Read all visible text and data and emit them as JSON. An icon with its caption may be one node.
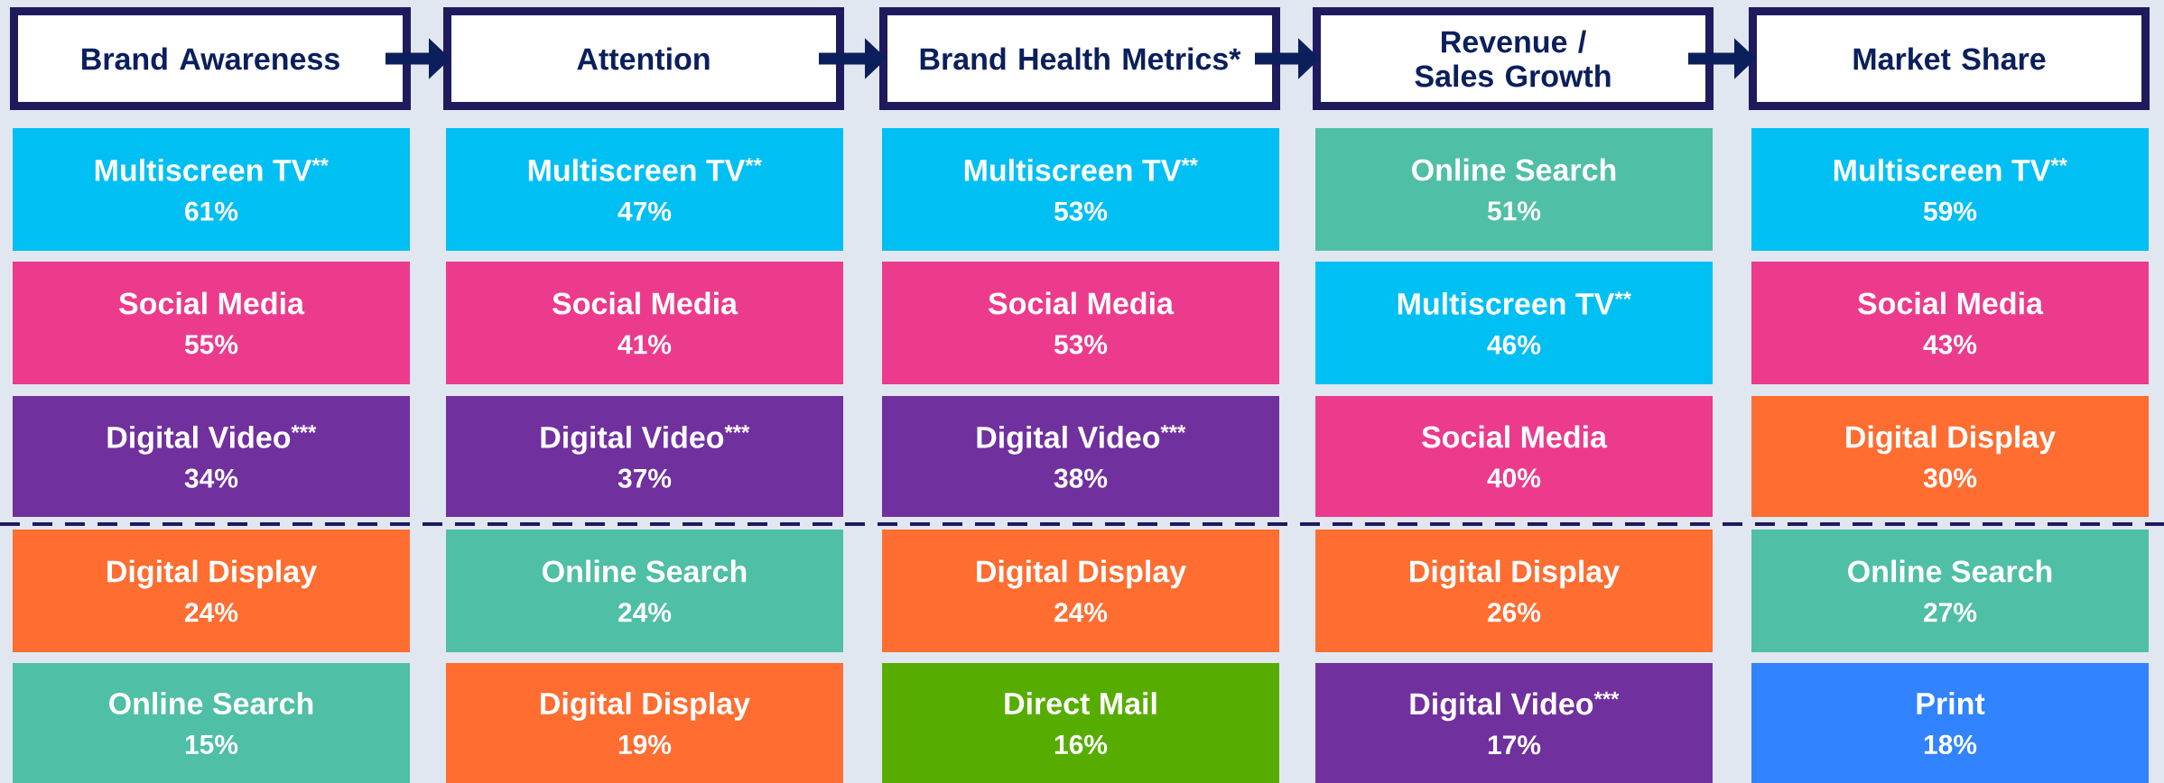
{
  "diagram": {
    "nodes": [
      {
        "text": [
          "Brand Awareness"
        ]
      },
      {
        "text": [
          "Attention"
        ]
      },
      {
        "text": [
          "Brand Health Metrics*"
        ]
      },
      {
        "text": [
          "Revenue / Sales Growth"
        ]
      },
      {
        "text": [
          "Market Share"
        ]
      },
      {
        "text": [
          "Multiscreen TV$^{**}$",
          "61%"
        ]
      },
      {
        "text": [
          "Social Media",
          "55%"
        ]
      },
      {
        "text": [
          "Digital Video$^{***}$",
          "34%"
        ]
      },
      {
        "text": [
          "Digital Display",
          "24%"
        ]
      },
      {
        "text": [
          "Online Search",
          "15%"
        ]
      },
      {
        "text": [
          "Multiscreen TV$^{**}$",
          "47%"
        ]
      },
      {
        "text": [
          "Social Media",
          "41%"
        ]
      },
      {
        "text": [
          "Digital Video$^{***}$",
          "37%"
        ]
      },
      {
        "text": [
          "Online Search",
          "24%"
        ]
      },
      {
        "text": [
          "Digital Display",
          "19%"
        ]
      },
      {
        "text": [
          "Multiscreen TV$^{**}$",
          "53%"
        ]
      },
      {
        "text": [
          "Social Media",
          "53%"
        ]
      },
      {
        "text": [
          "Digital Video$^{***}$",
          "38%"
        ]
      },
      {
        "text": [
          "Digital Display",
          "24%"
        ]
      },
      {
        "text": [
          "Direct Mail",
          "16%"
        ]
      },
      {
        "text": [
          "Online Search",
          "51%"
        ]
      },
      {
        "text": [
          "Multiscreen TV$^{**}$",
          "46%"
        ]
      },
      {
        "text": [
          "Social Media",
          "40%"
        ]
      },
      {
        "text": [
          "Digital Display",
          "26%"
        ]
      },
      {
        "text": [
          "Digital Video$^{***}$",
          "17%"
        ]
      },
      {
        "text": [
          "Multiscreen TV$^{**}$",
          "59%"
        ]
      },
      {
        "text": [
          "Social Media",
          "43%"
        ]
      },
      {
        "text": [
          "Digital Display",
          "30%"
        ]
      },
      {
        "text": [
          "Online Search",
          "27%"
        ]
      },
      {
        "text": [
          "Print",
          "18%"
        ]
      }
    ],
    "edges": [
      {
        "from": 0,
        "to": 1,
        "arrow": "to"
      },
      {
        "from": 1,
        "to": 2,
        "arrow": "to"
      },
      {
        "from": 2,
        "to": 3,
        "arrow": "to"
      },
      {
        "from": 3,
        "to": 4,
        "arrow": "to"
      }
    ]
  }
}
